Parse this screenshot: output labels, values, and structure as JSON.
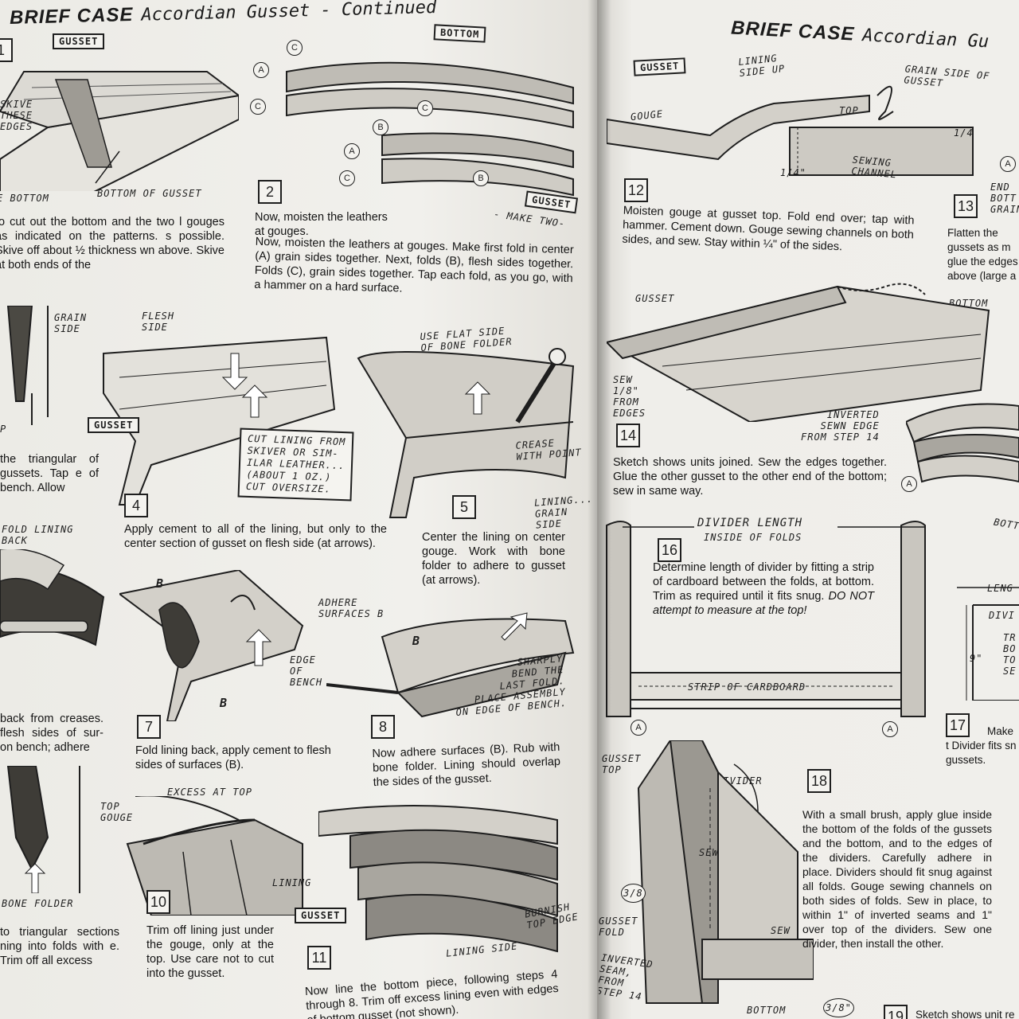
{
  "left_page": {
    "header_main": "BRIEF CASE",
    "header_sub": "Accordian Gusset - Continued",
    "step1": {
      "number": "1",
      "label_gusset": "GUSSET",
      "label_skive": "SKIVE\nTHESE\nEDGES",
      "label_bottom": "E BOTTOM",
      "label_bottom_gusset": "BOTTOM OF GUSSET",
      "text": "to cut out the bottom and the two l gouges as indicated on the patterns. s possible. Skive off about ½ thickness wn above. Skive at both ends of the"
    },
    "step2": {
      "number": "2",
      "label_bottom": "BOTTOM",
      "label_gusset": "GUSSET",
      "label_make_two": "- MAKE TWO-",
      "circles": [
        "C",
        "A",
        "C",
        "B",
        "C",
        "A",
        "C",
        "B"
      ],
      "text": "Now, moisten the leathers at gouges. Make first fold in center (A) grain sides together. Next, folds (B), flesh sides together. Folds (C), grain sides together. Tap each fold, as you go, with a hammer on a hard surface."
    },
    "step3": {
      "label_grain": "GRAIN\nSIDE",
      "label_p": "P",
      "text": "the triangular of gussets. Tap e of bench. Allow"
    },
    "step4": {
      "number": "4",
      "label_flesh": "FLESH\nSIDE",
      "label_gusset": "GUSSET",
      "note": "CUT LINING FROM\nSKIVER OR SIM-\nILAR LEATHER...\n(ABOUT 1 OZ.)\nCUT OVERSIZE.",
      "text": "Apply cement to all of the lining, but only to the center section of gusset on flesh side (at arrows)."
    },
    "step5": {
      "number": "5",
      "label_flat": "USE FLAT SIDE\nOF BONE FOLDER",
      "label_crease": "CREASE\nWITH POINT",
      "label_lining": "LINING...\nGRAIN SIDE",
      "text": "Center the lining on center gouge. Work with bone folder to adhere to gusset (at arrows)."
    },
    "step6": {
      "label_fold": "FOLD LINING\nBACK",
      "text": "back from creases. flesh sides of sur- on bench; adhere"
    },
    "step7": {
      "number": "7",
      "label_b1": "B",
      "label_b2": "B",
      "text": "Fold lining back, apply cement to flesh sides of surfaces (B)."
    },
    "step8": {
      "number": "8",
      "label_adhere": "ADHERE\nSURFACES B",
      "label_edge": "EDGE\nOF\nBENCH",
      "label_sharply": "SHARPLY\nBEND THE\nLAST FOLD.\nPLACE ASSEMBLY\nON EDGE OF BENCH.",
      "label_b": "B",
      "text": "Now adhere surfaces (B). Rub with bone folder. Lining should overlap the sides of the gusset."
    },
    "step9": {
      "label_bone": "BONE FOLDER",
      "text": "to triangular sections ning into folds with e. Trim off all excess"
    },
    "step10": {
      "number": "10",
      "label_excess": "EXCESS AT TOP",
      "label_top_gouge": "TOP\nGOUGE",
      "label_lining": "LINING",
      "text": "Trim off lining just under the gouge, only at the top. Use care not to cut into the gusset."
    },
    "step11": {
      "number": "11",
      "label_gusset": "GUSSET",
      "label_lining_side": "LINING SIDE",
      "label_burnish": "BURNISH\nTOP EDGE",
      "text": "Now line the bottom piece, following steps 4 through 8. Trim off excess lining even with edges of bottom gusset (not shown)."
    }
  },
  "right_page": {
    "header_main": "BRIEF CASE",
    "header_sub": "Accordian Gu",
    "step12": {
      "number": "12",
      "label_gusset": "GUSSET",
      "label_lining": "LINING\nSIDE UP",
      "label_gouge": "GOUGE",
      "label_top": "TOP",
      "label_grain": "GRAIN SIDE OF\nGUSSET",
      "label_sewing": "SEWING\nCHANNEL",
      "label_quarter1": "1/4\"",
      "label_quarter2": "1/4",
      "text": "Moisten gouge at gusset top. Fold end over; tap with hammer. Cement down. Gouge sewing channels on both sides, and sew. Stay within ¼\" of the sides."
    },
    "step13": {
      "number": "13",
      "label_end": "END\nBOTT\nGRAIN",
      "label_a": "A",
      "text": "Flatten the gussets as m glue the edges above (large a"
    },
    "step14": {
      "number": "14",
      "label_gusset": "GUSSET",
      "label_bottom": "BOTTOM",
      "label_sew": "SEW\n1/8\"\nFROM\nEDGES",
      "label_inverted": "INVERTED\nSEWN EDGE\nFROM STEP 14",
      "text": "Sketch shows units joined. Sew the edges together. Glue the other gusset to the other end of the bottom; sew in same way."
    },
    "step15": {
      "label_a": "A",
      "label_bottom": "BOTTO"
    },
    "step16": {
      "number": "16",
      "label_divider": "DIVIDER LENGTH",
      "label_inside": "INSIDE OF FOLDS",
      "label_strip": "STRIP OF CARDBOARD",
      "label_a1": "A",
      "label_a2": "A",
      "text": "Determine length of divider by fitting a strip of cardboard between the folds, at bottom. Trim as required until it fits snug.",
      "text_italic": "DO NOT attempt to measure at the top!"
    },
    "step17": {
      "number": "17",
      "label_length": "LENG",
      "label_divi": "DIVI",
      "label_nine": "9\"",
      "label_tr": "TR\nBO\nTO\nSE",
      "text": "Make t Divider fits sn gussets."
    },
    "step18": {
      "number": "18",
      "label_gusset_top": "GUSSET\nTOP",
      "label_divider": "DIVIDER",
      "label_sew1": "SEW",
      "label_sew2": "SEW",
      "label_38a": "3/8",
      "label_38b": "3/8\"",
      "label_fold": "GUSSET\nFOLD",
      "label_inverted": "INVERTED\nSEAM,\nFROM\nSTEP 14",
      "label_bottom": "BOTTOM",
      "text": "With a small brush, apply glue inside the bottom of the folds of the gussets and the bottom, and to the edges of the dividers. Carefully adhere in place. Dividers should fit snug against all folds. Gouge sewing channels on both sides of folds. Sew in place, to within 1\" of inverted seams and 1\" over top of the dividers. Sew one divider, then install the other."
    },
    "step19": {
      "number": "19",
      "text": "Sketch shows unit re"
    }
  }
}
